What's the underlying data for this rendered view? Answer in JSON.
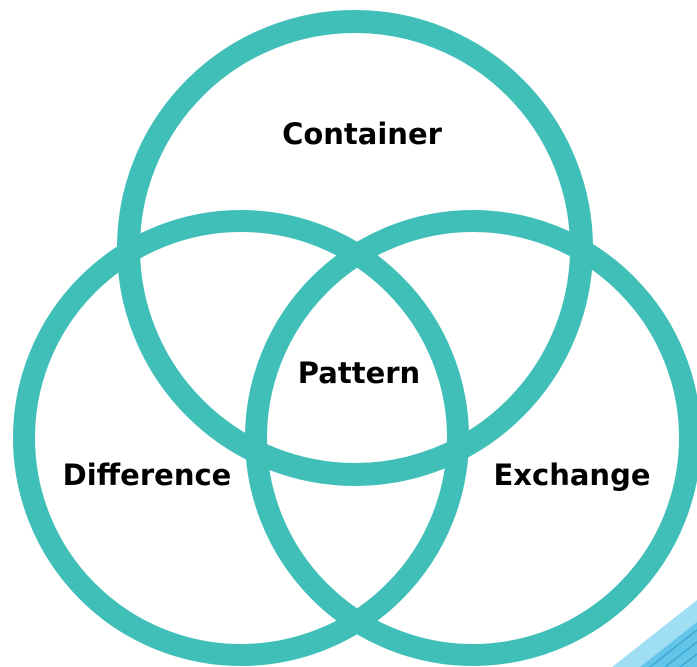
{
  "diagram": {
    "type": "venn",
    "circles": [
      {
        "id": "top",
        "label": "Container"
      },
      {
        "id": "left",
        "label": "Difference"
      },
      {
        "id": "right",
        "label": "Exchange"
      }
    ],
    "center_label": "Pattern",
    "ring_color": "#40bfb8",
    "label_color": "#000000",
    "corner_decoration_color": "#7fd3f0"
  }
}
